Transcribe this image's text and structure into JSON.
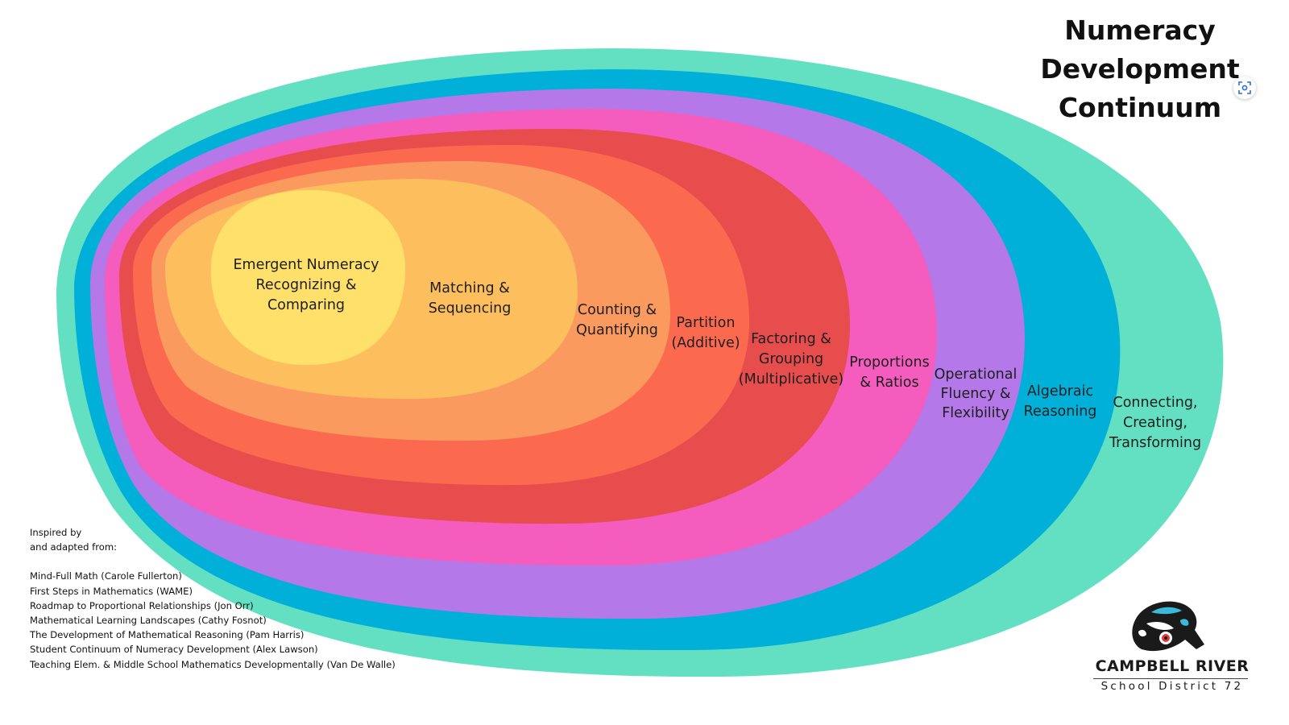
{
  "title_lines": [
    "Numeracy",
    "Development",
    "Continuum"
  ],
  "layers": [
    {
      "name": "connecting",
      "lines": [
        "Connecting,",
        "Creating,",
        "Transforming"
      ],
      "color": "#63e0c2"
    },
    {
      "name": "algebraic",
      "lines": [
        "Algebraic",
        "Reasoning"
      ],
      "color": "#00b0d8"
    },
    {
      "name": "operational",
      "lines": [
        "Operational",
        "Fluency &",
        "Flexibility"
      ],
      "color": "#b478e8"
    },
    {
      "name": "proportions",
      "lines": [
        "Proportions",
        "& Ratios"
      ],
      "color": "#f45cbd"
    },
    {
      "name": "factoring",
      "lines": [
        "Factoring &",
        "Grouping",
        "(Multiplicative)"
      ],
      "color": "#e84d4d"
    },
    {
      "name": "partition",
      "lines": [
        "Partition",
        "(Additive)"
      ],
      "color": "#fb6a4f"
    },
    {
      "name": "counting",
      "lines": [
        "Counting &",
        "Quantifying"
      ],
      "color": "#fa9a5f"
    },
    {
      "name": "matching",
      "lines": [
        "Matching &",
        "Sequencing"
      ],
      "color": "#fdbe5e"
    },
    {
      "name": "emergent",
      "lines": [
        "Emergent Numeracy",
        "Recognizing &",
        "Comparing"
      ],
      "color": "#fee06a"
    }
  ],
  "sources": {
    "intro": [
      "Inspired by",
      "and adapted from:"
    ],
    "items": [
      "Mind-Full Math (Carole Fullerton)",
      "First Steps in Mathematics (WAME)",
      "Roadmap to Proportional Relationships (Jon Orr)",
      "Mathematical Learning Landscapes (Cathy Fosnot)",
      "The Development of Mathematical Reasoning (Pam Harris)",
      "Student Continuum of Numeracy Development (Alex Lawson)",
      "Teaching Elem. & Middle School Mathematics Developmentally (Van De Walle)"
    ]
  },
  "logo": {
    "name": "CAMPBELL RIVER",
    "subtitle": "School District 72",
    "icon": "orca-icon"
  },
  "corner_icon": "visual-search-icon"
}
